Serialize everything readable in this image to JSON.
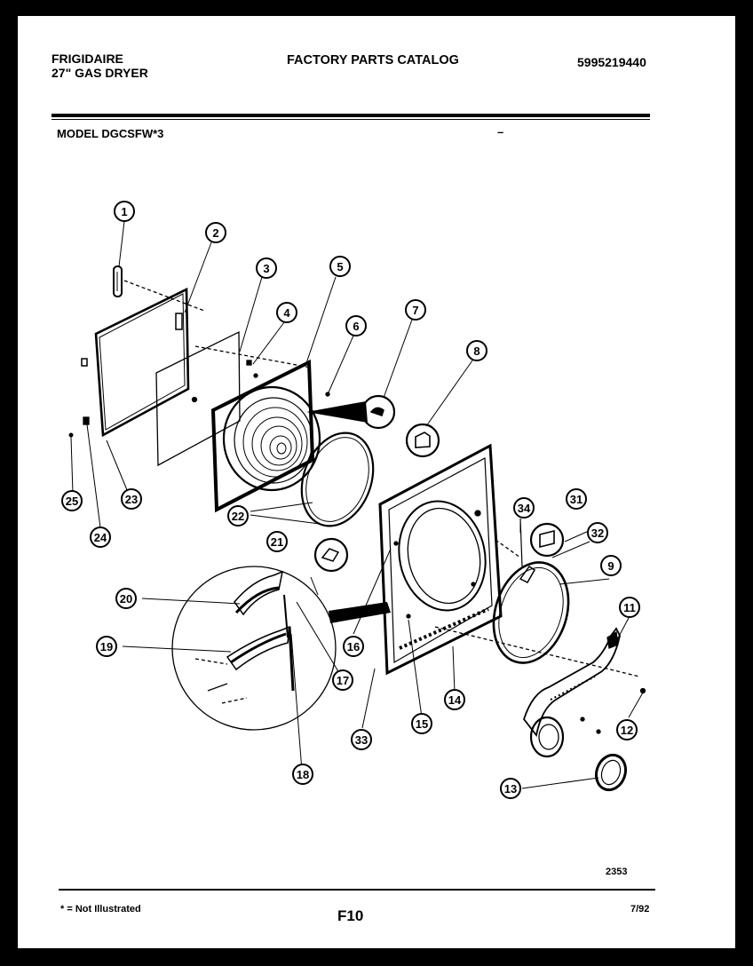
{
  "header": {
    "brand": "FRIGIDAIRE",
    "product": "27\" GAS DRYER",
    "catalog_title": "FACTORY PARTS CATALOG",
    "catalog_number": "5995219440",
    "model": "MODEL DGCSFW*3",
    "dash": "–"
  },
  "diagram": {
    "figure_number": "2353",
    "callouts": [
      "1",
      "2",
      "3",
      "4",
      "5",
      "6",
      "7",
      "8",
      "9",
      "11",
      "12",
      "13",
      "14",
      "15",
      "16",
      "17",
      "18",
      "19",
      "20",
      "21",
      "22",
      "23",
      "24",
      "25",
      "31",
      "32",
      "33",
      "34"
    ]
  },
  "footer": {
    "note": "* = Not Illustrated",
    "page_code": "F10",
    "date": "7/92"
  }
}
